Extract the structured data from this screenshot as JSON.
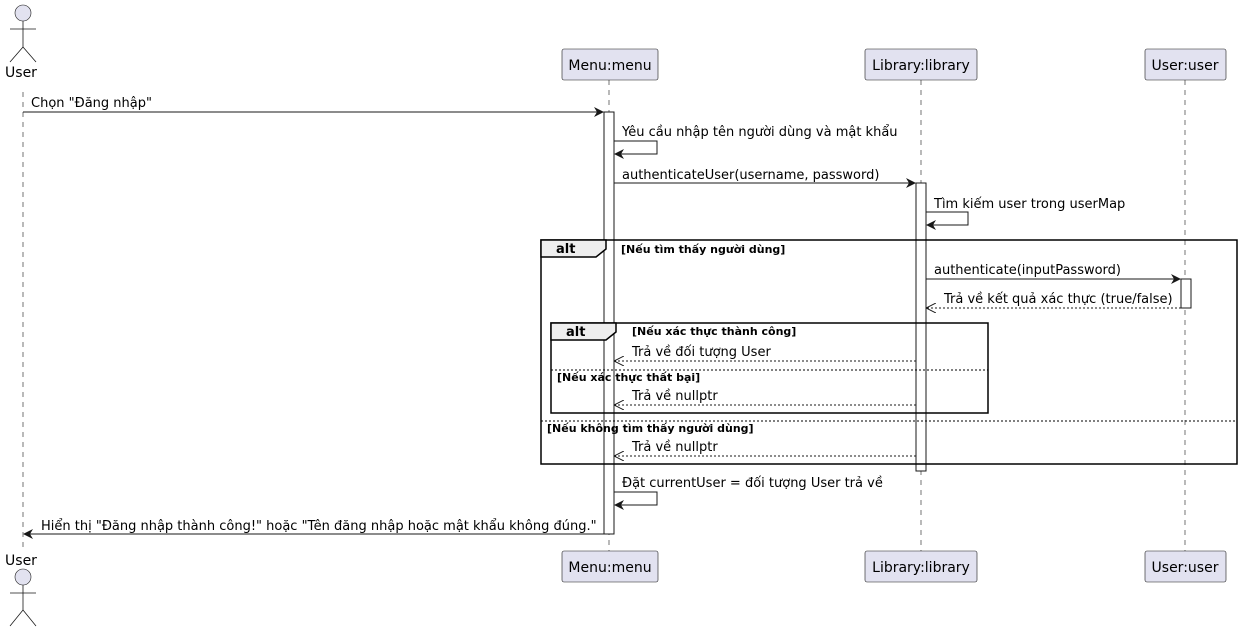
{
  "participants": {
    "user_actor": "User",
    "menu": "Menu:menu",
    "library": "Library:library",
    "user_obj": "User:user"
  },
  "messages": {
    "m1": "Chọn \"Đăng nhập\"",
    "m2": "Yêu cầu nhập tên người dùng và mật khẩu",
    "m3": "authenticateUser(username, password)",
    "m4": "Tìm kiếm user trong userMap",
    "m5": "authenticate(inputPassword)",
    "m6": "Trả về kết quả xác thực (true/false)",
    "m7": "Trả về đối tượng User",
    "m8": "Trả về nullptr",
    "m9": "Trả về nullptr",
    "m10": "Đặt currentUser = đối tượng User trả về",
    "m11": "Hiển thị \"Đăng nhập thành công!\" hoặc \"Tên đăng nhập hoặc mật khẩu không đúng.\""
  },
  "fragments": {
    "outer_keyword": "alt",
    "outer_guard1": "[Nếu tìm thấy người dùng]",
    "outer_guard2": "[Nếu không tìm thấy người dùng]",
    "inner_keyword": "alt",
    "inner_guard1": "[Nếu xác thực thành công]",
    "inner_guard2": "[Nếu xác thực thất bại]"
  },
  "colors": {
    "participant_fill": "#e2e2f0",
    "line": "#181818",
    "tab_fill": "#eeeeee"
  }
}
